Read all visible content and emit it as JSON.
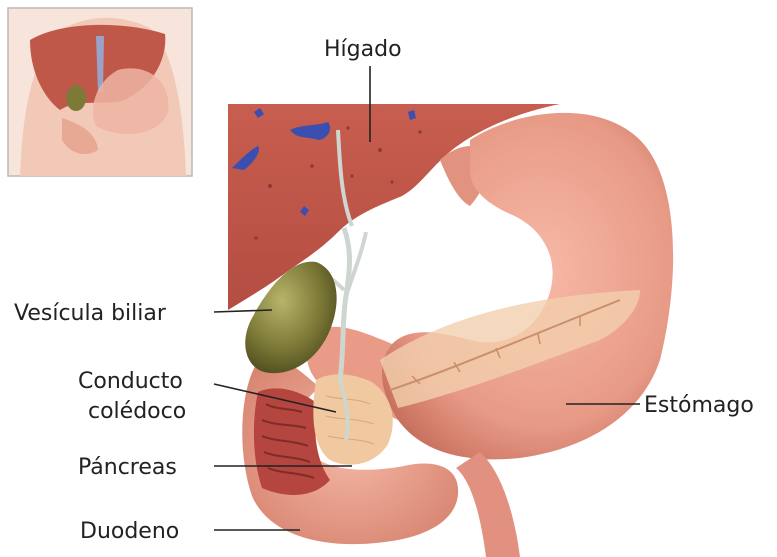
{
  "labels": {
    "liver": "Hígado",
    "gallbladder": "Vesícula biliar",
    "bile_duct_line1": "Conducto",
    "bile_duct_line2": "colédoco",
    "pancreas": "Páncreas",
    "duodenum": "Duodeno",
    "stomach": "Estómago"
  },
  "colors": {
    "liver": "#c0584a",
    "liver_dark": "#9c3f36",
    "vessel_blue": "#3a4fb0",
    "gallbladder": "#7d7a38",
    "stomach": "#e79a86",
    "stomach_dark": "#c26b5a",
    "pancreas": "#f0c9a0",
    "duodenum_inner": "#b5453f",
    "skin": "#f2c9b6",
    "inset_border": "#b9b9b9"
  },
  "icons": {
    "inset": "torso-location-inset"
  }
}
